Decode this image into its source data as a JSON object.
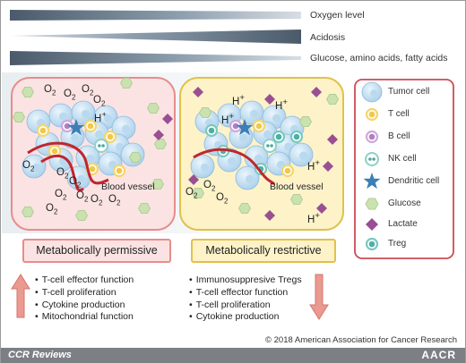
{
  "gradients": {
    "oxygen": "Oxygen level",
    "acidosis": "Acidosis",
    "nutrients": "Glucose, amino acids, fatty acids"
  },
  "molecules": {
    "o2": "O",
    "o2_sub": "2",
    "h": "H",
    "h_sup": "+"
  },
  "panels": {
    "permissive": {
      "title": "Metabolically permissive",
      "vessel_label": "Blood vessel",
      "items": [
        "T-cell effector function",
        "T-cell proliferation",
        "Cytokine production",
        "Mitochondrial function"
      ]
    },
    "restrictive": {
      "title": "Metabolically restrictive",
      "vessel_label": "Blood vessel",
      "items": [
        "Immunosuppresive Tregs",
        "T-cell effector function",
        "T-cell proliferation",
        "Cytokine production"
      ]
    }
  },
  "legend": {
    "items": [
      "Tumor cell",
      "T cell",
      "B cell",
      "NK cell",
      "Dendritic cell",
      "Glucose",
      "Lactate",
      "Treg"
    ]
  },
  "copyright": "© 2018 American Association for Cancer Research",
  "footer": {
    "left": "CCR Reviews",
    "right": "AACR"
  },
  "colors": {
    "permissive_bg": "#fbe3e3",
    "permissive_border": "#e88c8c",
    "restrictive_bg": "#fdf2c8",
    "restrictive_border": "#e0c14a",
    "tumor_cell": "#c9e3f5",
    "t_cell": "#f5d66b",
    "b_cell": "#cfa8dc",
    "nk_cell": "#8fd1c8",
    "dendritic": "#3a7fb5",
    "glucose": "#c9e2b0",
    "lactate": "#9a4f92",
    "treg": "#7cc8c0",
    "vessel": "#c0262d",
    "arrow": "#ea9a90"
  }
}
